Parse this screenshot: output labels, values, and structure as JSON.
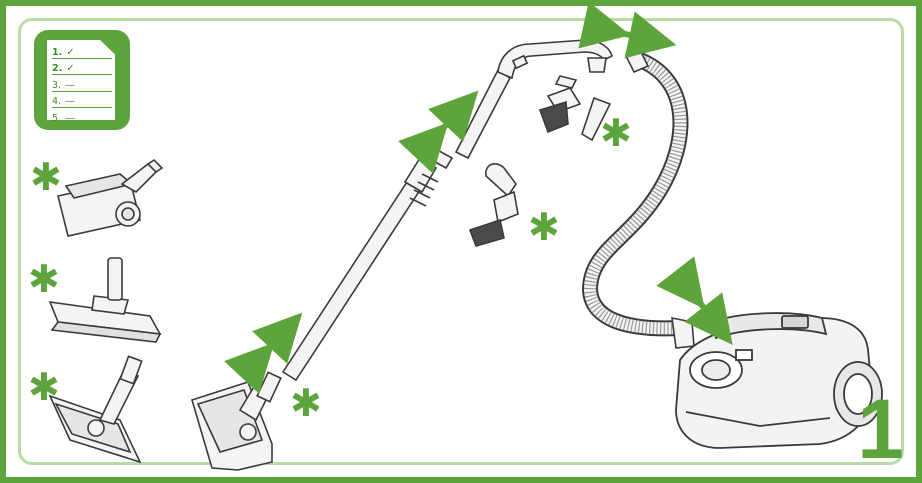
{
  "checklist": {
    "items": [
      {
        "label": "1.",
        "mark": "✓"
      },
      {
        "label": "2.",
        "mark": "✓"
      },
      {
        "label": "3.",
        "mark": "—"
      },
      {
        "label": "4.",
        "mark": "—"
      },
      {
        "label": "5.",
        "mark": "—"
      }
    ]
  },
  "step_number": "1",
  "colors": {
    "brand_green": "#5da43c",
    "light_green": "#b9dba5",
    "line": "#3a3a3a",
    "part_fill": "#f2f2f2"
  },
  "symbols": {
    "optional_accessory": "✱"
  }
}
